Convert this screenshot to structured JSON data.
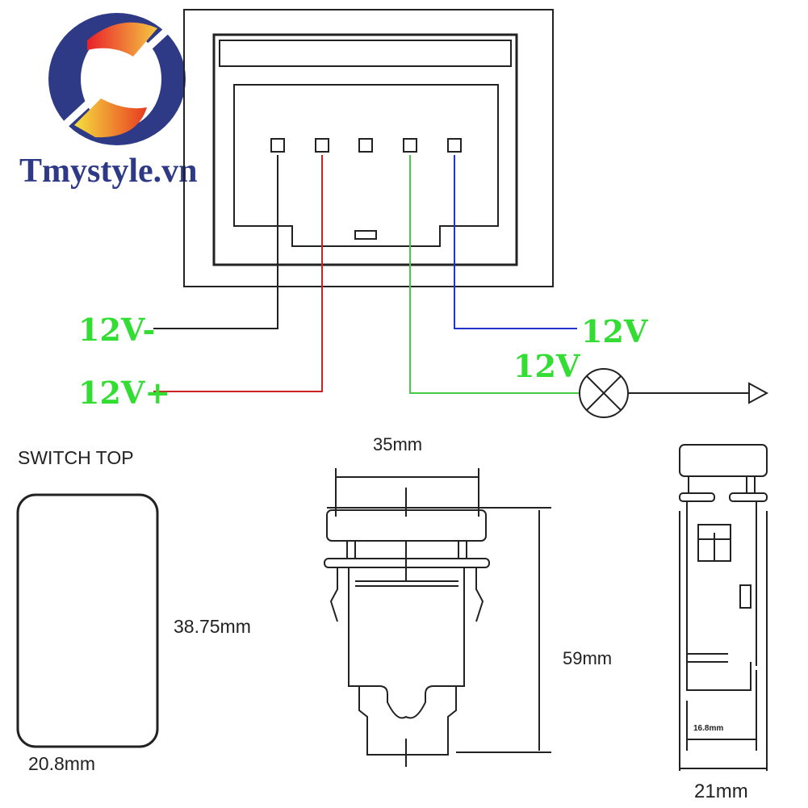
{
  "brand": {
    "name": "Tmystyle.vn"
  },
  "wiring": {
    "labels": {
      "neg": "12V-",
      "pos": "12V+",
      "blue_out": "12V",
      "lamp": "12V"
    },
    "colors": {
      "label": "#33dd33",
      "black": "#222222",
      "red": "#cc2222",
      "green": "#44cc44",
      "blue": "#2233cc"
    },
    "pin_count": 5
  },
  "switch_top": {
    "title": "SWITCH TOP",
    "height": "38.75mm",
    "width": "20.8mm"
  },
  "front_view": {
    "width": "35mm",
    "height": "59mm"
  },
  "side_view": {
    "inner_width": "16.8mm",
    "width": "21mm"
  }
}
